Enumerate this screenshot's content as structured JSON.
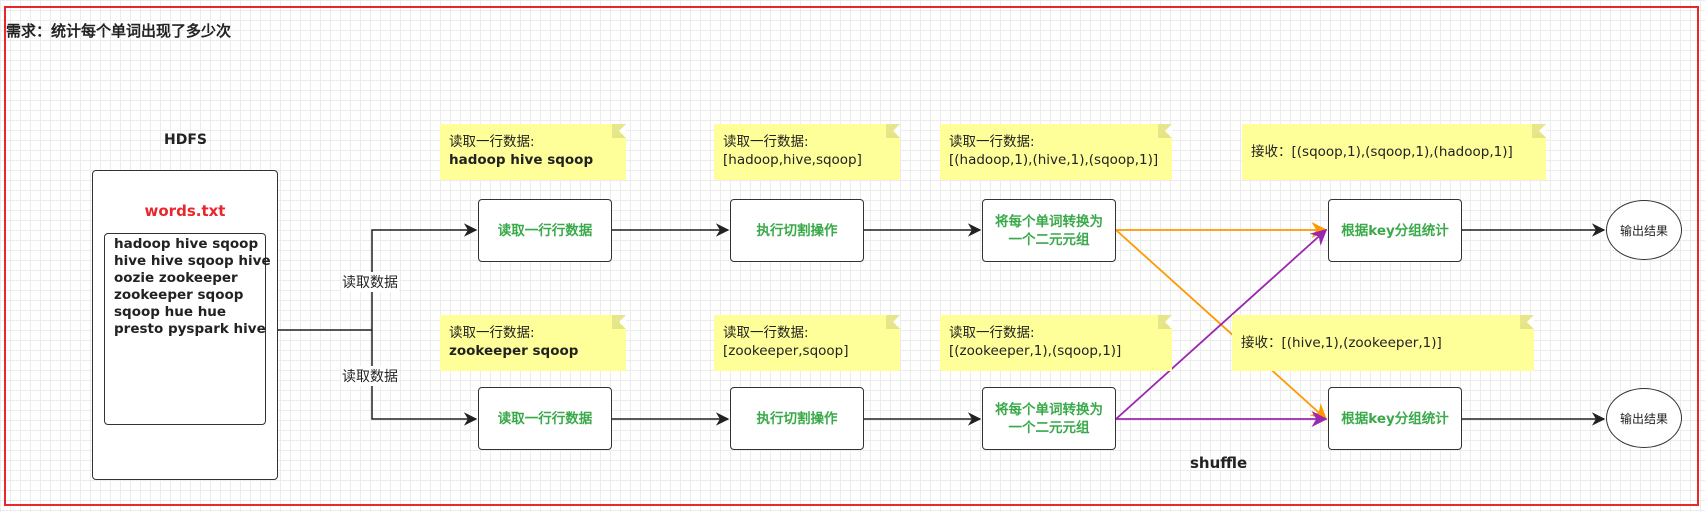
{
  "title": "需求：统计每个单词出现了多少次",
  "hdfs": {
    "label": "HDFS",
    "file_name": "words.txt",
    "lines": [
      "hadoop hive sqoop",
      "hive hive sqoop hive",
      "oozie zookeeper",
      "zookeeper sqoop",
      "sqoop hue hue",
      "presto pyspark hive"
    ]
  },
  "edge_labels": {
    "top": "读取数据",
    "bottom": "读取数据"
  },
  "row1": {
    "read": "读取一行行数据",
    "split": "执行切割操作",
    "map_line1": "将每个单词转换为",
    "map_line2": "一个二元元组",
    "group": "根据key分组统计",
    "output": "输出结果",
    "note_read": {
      "line1": "读取一行数据:",
      "line2": "hadoop hive sqoop"
    },
    "note_split": {
      "line1": "读取一行数据:",
      "line2": "[hadoop,hive,sqoop]"
    },
    "note_map": {
      "line1": "读取一行数据:",
      "line2": "[(hadoop,1),(hive,1),(sqoop,1)]"
    },
    "note_receive": "接收：[(sqoop,1),(sqoop,1),(hadoop,1)]"
  },
  "row2": {
    "read": "读取一行行数据",
    "split": "执行切割操作",
    "map_line1": "将每个单词转换为",
    "map_line2": "一个二元元组",
    "group": "根据key分组统计",
    "output": "输出结果",
    "note_read": {
      "line1": "读取一行数据:",
      "line2": "zookeeper sqoop"
    },
    "note_split": {
      "line1": "读取一行数据:",
      "line2": "[zookeeper,sqoop]"
    },
    "note_map": {
      "line1": "读取一行数据:",
      "line2": "[(zookeeper,1),(sqoop,1)]"
    },
    "note_receive": "接收：[(hive,1),(zookeeper,1)]"
  },
  "shuffle_label": "shuffle",
  "colors": {
    "frame": "#e8262b",
    "process_text": "#3aa94a",
    "note_bg": "#ffff99",
    "orange": "#ff9900",
    "purple": "#9b27b0",
    "file_name": "#e8262b"
  }
}
